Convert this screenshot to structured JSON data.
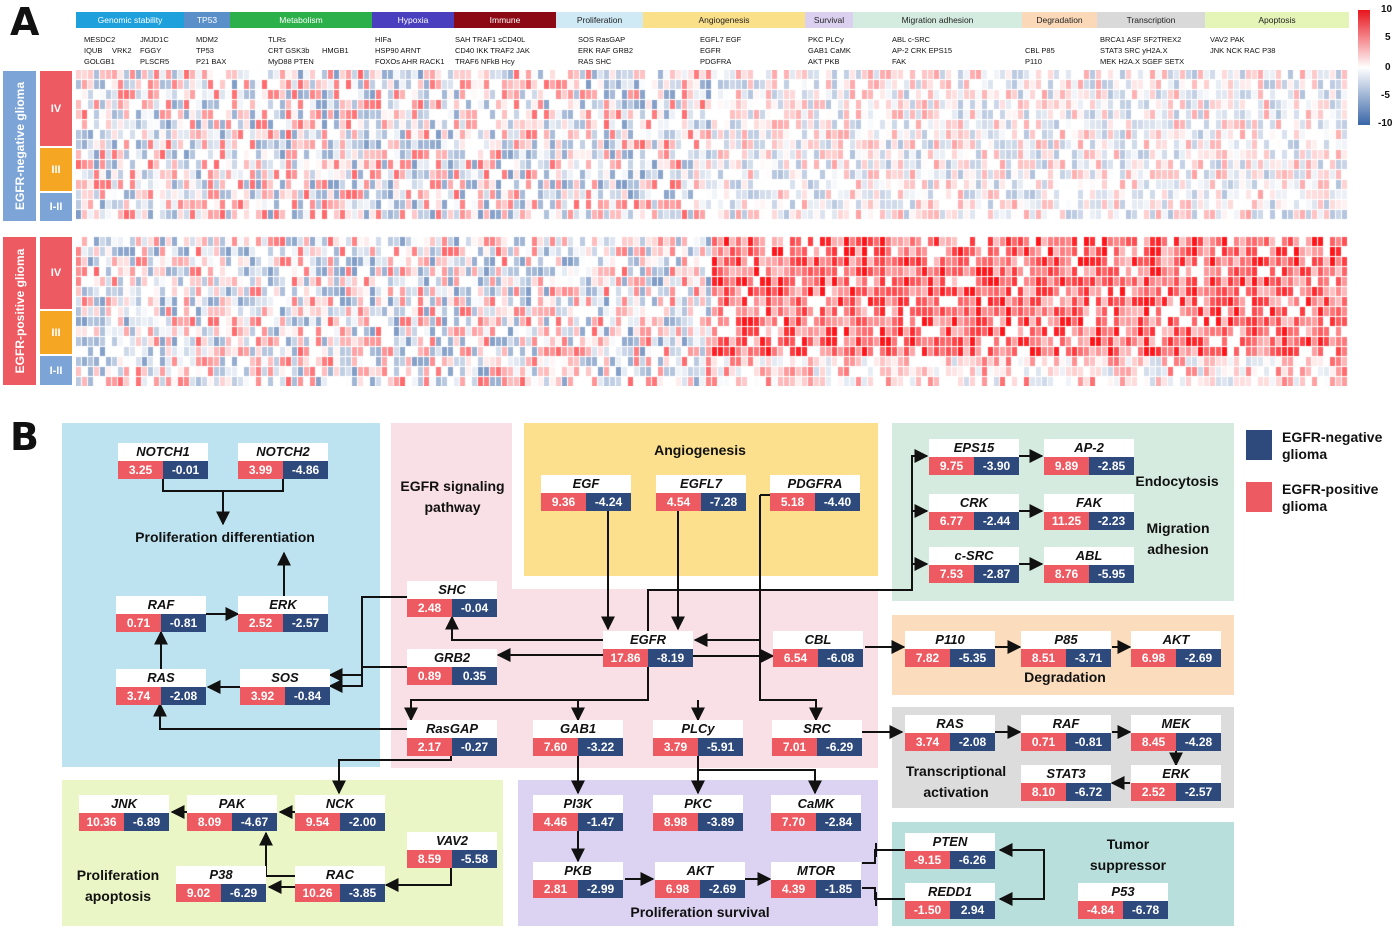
{
  "panel_a": {
    "letter": "A",
    "categories": [
      {
        "label": "Genomic stability",
        "color": "#1ea0dc"
      },
      {
        "label": "TP53",
        "color": "#5b8fc9"
      },
      {
        "label": "Metabolism",
        "color": "#2bb04a"
      },
      {
        "label": "Hypoxia",
        "color": "#4a3fbf"
      },
      {
        "label": "Immune",
        "color": "#8b0a14"
      },
      {
        "label": "Proliferation",
        "color": "#cfe9f5"
      },
      {
        "label": "Angiogenesis",
        "color": "#fbe08a"
      },
      {
        "label": "Survival",
        "color": "#dcd0f0"
      },
      {
        "label": "Migration adhesion",
        "color": "#d4ecdf"
      },
      {
        "label": "Degradation",
        "color": "#fbd9b8"
      },
      {
        "label": "Transcription",
        "color": "#d9d9d9"
      },
      {
        "label": "Apoptosis",
        "color": "#e5f5b8"
      }
    ],
    "gene_labels": [
      {
        "row1": "MESDC2",
        "row2": "IQUB",
        "row3": "GOLGB1"
      },
      {
        "row1": "",
        "row2": "VRK2",
        "row3": ""
      },
      {
        "row1": "JMJD1C",
        "row2": "FGGY",
        "row3": "PLSCR5"
      },
      {
        "row1": "MDM2",
        "row2": "TP53",
        "row3": "P21  BAX"
      },
      {
        "row1": "TLRs",
        "row2": "CRT     GSK3b",
        "row3": "MyD88 PTEN"
      },
      {
        "row1": "",
        "row2": "HMGB1",
        "row3": ""
      },
      {
        "row1": "HIFa",
        "row2": "HSP90  ARNT",
        "row3": "FOXOs    AHR     RACK1"
      },
      {
        "row1": "SAH  TRAF1  sCD40L",
        "row2": "CD40  IKK  TRAF2   JAK",
        "row3": "TRAF6  NFkB        Hcy"
      },
      {
        "row1": "SOS       RasGAP",
        "row2": "ERK  RAF GRB2",
        "row3": "RAS       SHC"
      },
      {
        "row1": "EGFL7 EGF",
        "row2": "EGFR",
        "row3": "PDGFRA"
      },
      {
        "row1": "PKC  PLCy",
        "row2": "GAB1  CaMK",
        "row3": "AKT  PKB"
      },
      {
        "row1": "ABL c-SRC",
        "row2": "AP-2   CRK   EPS15",
        "row3": "FAK"
      },
      {
        "row1": "",
        "row2": "CBL    P85",
        "row3": "P110"
      },
      {
        "row1": "BRCA1  ASF SF2TREX2",
        "row2": "STAT3 SRC  yH2A.X",
        "row3": "MEK   H2A.X  SGEF SETX"
      },
      {
        "row1": "VAV2          PAK",
        "row2": "JNK  NCK      RAC  P38",
        "row3": ""
      }
    ],
    "groups": [
      {
        "label": "EGFR-negative glioma",
        "grades": [
          "IV",
          "III",
          "I-II"
        ]
      },
      {
        "label": "EGFR-positive glioma",
        "grades": [
          "IV",
          "III",
          "I-II"
        ]
      }
    ],
    "colorbar": {
      "ticks": [
        "10",
        "5",
        "0",
        "-5",
        "-10"
      ],
      "high": "#e8141d",
      "mid": "#ffffff",
      "low": "#3a66a8"
    }
  },
  "panel_b": {
    "letter": "B",
    "legend": [
      {
        "label": "EGFR-negative glioma",
        "color": "#2e4a7d"
      },
      {
        "label": "EGFR-positive glioma",
        "color": "#ee5a61"
      }
    ],
    "regions": [
      {
        "color": "#bde3f0"
      },
      {
        "color": "#f9dfe6"
      },
      {
        "color": "#fce08e"
      },
      {
        "color": "#d6ebe0"
      },
      {
        "color": "#fbdcbd"
      },
      {
        "color": "#dcdcdc"
      },
      {
        "color": "#b8dfdc"
      },
      {
        "color": "#ebf6c6"
      },
      {
        "color": "#dcd3f2"
      }
    ],
    "region_titles": {
      "prolif_diff": "Proliferation differentiation",
      "egfr_pathway": "EGFR signaling pathway",
      "angiogenesis": "Angiogenesis",
      "endocytosis": "Endocytosis",
      "migration": "Migration adhesion",
      "degradation": "Degradation",
      "transcription": "Transcriptional activation",
      "tumor_suppressor": "Tumor suppressor",
      "prolif_apoptosis": "Proliferation apoptosis",
      "prolif_survival": "Proliferation survival"
    },
    "nodes": {
      "notch1": {
        "name": "NOTCH1",
        "pos": "3.25",
        "neg": "-0.01"
      },
      "notch2": {
        "name": "NOTCH2",
        "pos": "3.99",
        "neg": "-4.86"
      },
      "raf_l": {
        "name": "RAF",
        "pos": "0.71",
        "neg": "-0.81"
      },
      "erk_l": {
        "name": "ERK",
        "pos": "2.52",
        "neg": "-2.57"
      },
      "ras_l": {
        "name": "RAS",
        "pos": "3.74",
        "neg": "-2.08"
      },
      "sos": {
        "name": "SOS",
        "pos": "3.92",
        "neg": "-0.84"
      },
      "shc": {
        "name": "SHC",
        "pos": "2.48",
        "neg": "-0.04"
      },
      "grb2": {
        "name": "GRB2",
        "pos": "0.89",
        "neg": "0.35"
      },
      "egfr": {
        "name": "EGFR",
        "pos": "17.86",
        "neg": "-8.19"
      },
      "egf": {
        "name": "EGF",
        "pos": "9.36",
        "neg": "-4.24"
      },
      "egfl7": {
        "name": "EGFL7",
        "pos": "4.54",
        "neg": "-7.28"
      },
      "pdgfra": {
        "name": "PDGFRA",
        "pos": "5.18",
        "neg": "-4.40"
      },
      "cbl": {
        "name": "CBL",
        "pos": "6.54",
        "neg": "-6.08"
      },
      "rasgap": {
        "name": "RasGAP",
        "pos": "2.17",
        "neg": "-0.27"
      },
      "gab1": {
        "name": "GAB1",
        "pos": "7.60",
        "neg": "-3.22"
      },
      "plcy": {
        "name": "PLCy",
        "pos": "3.79",
        "neg": "-5.91"
      },
      "src": {
        "name": "SRC",
        "pos": "7.01",
        "neg": "-6.29"
      },
      "eps15": {
        "name": "EPS15",
        "pos": "9.75",
        "neg": "-3.90"
      },
      "ap2": {
        "name": "AP-2",
        "pos": "9.89",
        "neg": "-2.85"
      },
      "crk": {
        "name": "CRK",
        "pos": "6.77",
        "neg": "-2.44"
      },
      "fak": {
        "name": "FAK",
        "pos": "11.25",
        "neg": "-2.23"
      },
      "csrc": {
        "name": "c-SRC",
        "pos": "7.53",
        "neg": "-2.87"
      },
      "abl": {
        "name": "ABL",
        "pos": "8.76",
        "neg": "-5.95"
      },
      "p110": {
        "name": "P110",
        "pos": "7.82",
        "neg": "-5.35"
      },
      "p85": {
        "name": "P85",
        "pos": "8.51",
        "neg": "-3.71"
      },
      "akt_d": {
        "name": "AKT",
        "pos": "6.98",
        "neg": "-2.69"
      },
      "ras_t": {
        "name": "RAS",
        "pos": "3.74",
        "neg": "-2.08"
      },
      "raf_t": {
        "name": "RAF",
        "pos": "0.71",
        "neg": "-0.81"
      },
      "mek": {
        "name": "MEK",
        "pos": "8.45",
        "neg": "-4.28"
      },
      "stat3": {
        "name": "STAT3",
        "pos": "8.10",
        "neg": "-6.72"
      },
      "erk_t": {
        "name": "ERK",
        "pos": "2.52",
        "neg": "-2.57"
      },
      "pten": {
        "name": "PTEN",
        "pos": "-9.15",
        "neg": "-6.26"
      },
      "redd1": {
        "name": "REDD1",
        "pos": "-1.50",
        "neg": "2.94"
      },
      "p53": {
        "name": "P53",
        "pos": "-4.84",
        "neg": "-6.78"
      },
      "jnk": {
        "name": "JNK",
        "pos": "10.36",
        "neg": "-6.89"
      },
      "pak": {
        "name": "PAK",
        "pos": "8.09",
        "neg": "-4.67"
      },
      "nck": {
        "name": "NCK",
        "pos": "9.54",
        "neg": "-2.00"
      },
      "vav2": {
        "name": "VAV2",
        "pos": "8.59",
        "neg": "-5.58"
      },
      "p38": {
        "name": "P38",
        "pos": "9.02",
        "neg": "-6.29"
      },
      "rac": {
        "name": "RAC",
        "pos": "10.26",
        "neg": "-3.85"
      },
      "pi3k": {
        "name": "PI3K",
        "pos": "4.46",
        "neg": "-1.47"
      },
      "pkc": {
        "name": "PKC",
        "pos": "8.98",
        "neg": "-3.89"
      },
      "camk": {
        "name": "CaMK",
        "pos": "7.70",
        "neg": "-2.84"
      },
      "pkb": {
        "name": "PKB",
        "pos": "2.81",
        "neg": "-2.99"
      },
      "akt_s": {
        "name": "AKT",
        "pos": "6.98",
        "neg": "-2.69"
      },
      "mtor": {
        "name": "MTOR",
        "pos": "4.39",
        "neg": "-1.85"
      }
    }
  }
}
